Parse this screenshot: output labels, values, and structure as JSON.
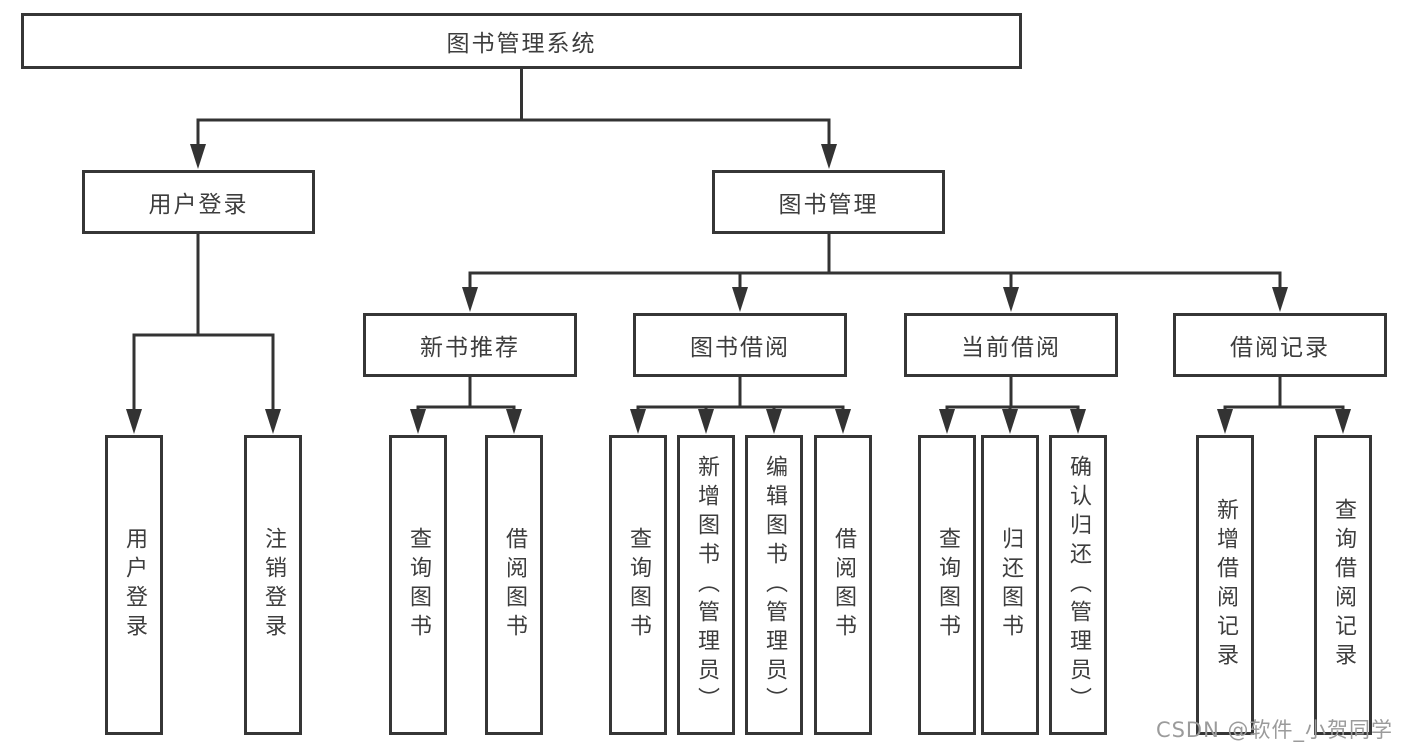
{
  "diagram": {
    "type": "hierarchy-tree",
    "root": {
      "label": "图书管理系统"
    },
    "branches": [
      {
        "label": "用户登录",
        "leaves": [
          {
            "label": "用户登录"
          },
          {
            "label": "注销登录"
          }
        ]
      },
      {
        "label": "图书管理",
        "sections": [
          {
            "label": "新书推荐",
            "leaves": [
              {
                "label": "查询图书"
              },
              {
                "label": "借阅图书"
              }
            ]
          },
          {
            "label": "图书借阅",
            "leaves": [
              {
                "label": "查询图书"
              },
              {
                "label": "新增图书（管理员）"
              },
              {
                "label": "编辑图书（管理员）"
              },
              {
                "label": "借阅图书"
              }
            ]
          },
          {
            "label": "当前借阅",
            "leaves": [
              {
                "label": "查询图书"
              },
              {
                "label": "归还图书"
              },
              {
                "label": "确认归还（管理员）"
              }
            ]
          },
          {
            "label": "借阅记录",
            "leaves": [
              {
                "label": "新增借阅记录"
              },
              {
                "label": "查询借阅记录"
              }
            ]
          }
        ]
      }
    ]
  },
  "watermark": {
    "text": "CSDN @软件_小贺同学"
  },
  "colors": {
    "line": "#333333",
    "box_border": "#363636",
    "box_background": "#ffffff",
    "text": "#3d3d3d",
    "watermark": "#9b9b9b"
  }
}
